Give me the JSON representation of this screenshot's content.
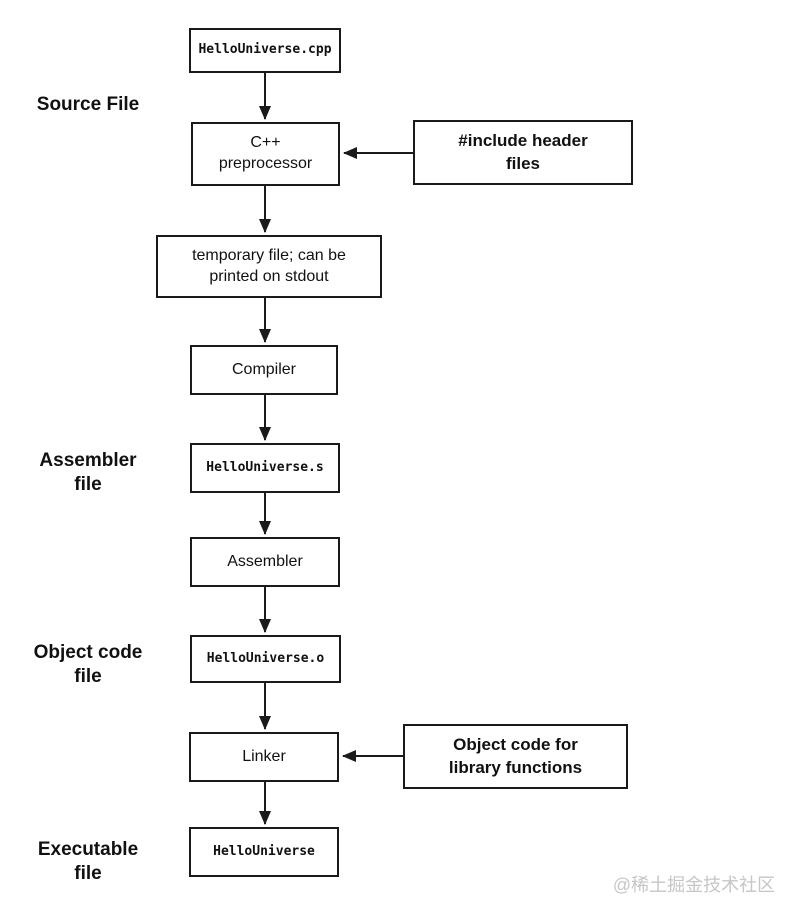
{
  "diagram": {
    "description": "C++ compilation pipeline flowchart",
    "nodes": {
      "cpp_file": {
        "label": "HelloUniverse.cpp"
      },
      "preprocessor": {
        "label": "C++\npreprocessor"
      },
      "include_headers": {
        "label": "#include header\nfiles"
      },
      "temp_file": {
        "label": "temporary file; can be\nprinted on stdout"
      },
      "compiler": {
        "label": "Compiler"
      },
      "asm_file": {
        "label": "HelloUniverse.s"
      },
      "assembler": {
        "label": "Assembler"
      },
      "obj_file": {
        "label": "HelloUniverse.o"
      },
      "linker": {
        "label": "Linker"
      },
      "lib_objects": {
        "label": "Object code for\nlibrary functions"
      },
      "exe_file": {
        "label": "HelloUniverse"
      }
    },
    "side_labels": {
      "source": "Source File",
      "assembler": "Assembler\nfile",
      "object": "Object code\nfile",
      "executable": "Executable\nfile"
    },
    "edges": [
      {
        "from": "HelloUniverse.cpp",
        "to": "C++ preprocessor"
      },
      {
        "from": "#include header files",
        "to": "C++ preprocessor"
      },
      {
        "from": "C++ preprocessor",
        "to": "temporary file; can be printed on stdout"
      },
      {
        "from": "temporary file; can be printed on stdout",
        "to": "Compiler"
      },
      {
        "from": "Compiler",
        "to": "HelloUniverse.s"
      },
      {
        "from": "HelloUniverse.s",
        "to": "Assembler"
      },
      {
        "from": "Assembler",
        "to": "HelloUniverse.o"
      },
      {
        "from": "HelloUniverse.o",
        "to": "Linker"
      },
      {
        "from": "Object code for library functions",
        "to": "Linker"
      },
      {
        "from": "Linker",
        "to": "HelloUniverse"
      }
    ],
    "colors": {
      "background": "#ffffff",
      "border": "#1a1a1a",
      "text": "#111111",
      "watermark": "#c6c6c6"
    }
  },
  "watermark": "@稀土掘金技术社区"
}
